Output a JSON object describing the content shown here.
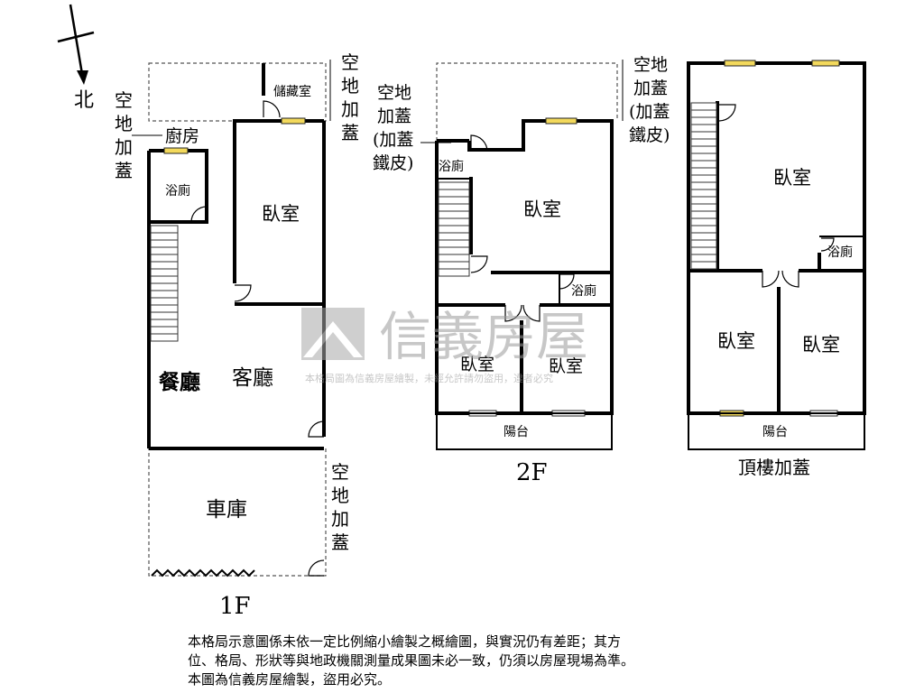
{
  "compass": {
    "north_label": "北"
  },
  "floor1": {
    "label": "1F",
    "rooms": {
      "storage": "儲藏室",
      "kitchen": "廚房",
      "bath": "浴廁",
      "bedroom": "臥室",
      "dining": "餐廳",
      "living": "客廳",
      "garage": "車庫"
    },
    "annotations": {
      "left_addition": [
        "空",
        "地",
        "加",
        "蓋"
      ],
      "top_addition": [
        "空",
        "地",
        "加",
        "蓋"
      ],
      "bottom_addition": [
        "空",
        "地",
        "加",
        "蓋"
      ]
    }
  },
  "floor2": {
    "label": "2F",
    "rooms": {
      "bath_top": "浴廁",
      "bedroom_main": "臥室",
      "bath_mid": "浴廁",
      "bedroom_left": "臥室",
      "bedroom_right": "臥室",
      "balcony": "陽台"
    },
    "annotations": {
      "left_addition": [
        "空地",
        "加蓋",
        "(加蓋",
        "鐵皮)"
      ],
      "right_addition": [
        "空地",
        "加蓋",
        "(加蓋",
        "鐵皮)"
      ]
    }
  },
  "rooftop": {
    "label": "頂樓加蓋",
    "rooms": {
      "bedroom_main": "臥室",
      "bath": "浴廁",
      "bedroom_left": "臥室",
      "bedroom_right": "臥室",
      "balcony": "陽台"
    }
  },
  "watermark": {
    "brand": "信義房屋",
    "notice": "本格局圖為信義房屋繪製，未經允許請勿盜用，違者必究"
  },
  "disclaimer": [
    "本格局示意圖係未依一定比例縮小繪製之概繪圖，與實況仍有差距；其方",
    "位、格局、形狀等與地政機關測量成果圖未必一致，仍須以房屋現場為準。",
    "本圖為信義房屋繪製，盜用必究。"
  ],
  "colors": {
    "window": "#f3d95c",
    "wall": "#000000",
    "watermark": "#9a9a9a"
  }
}
